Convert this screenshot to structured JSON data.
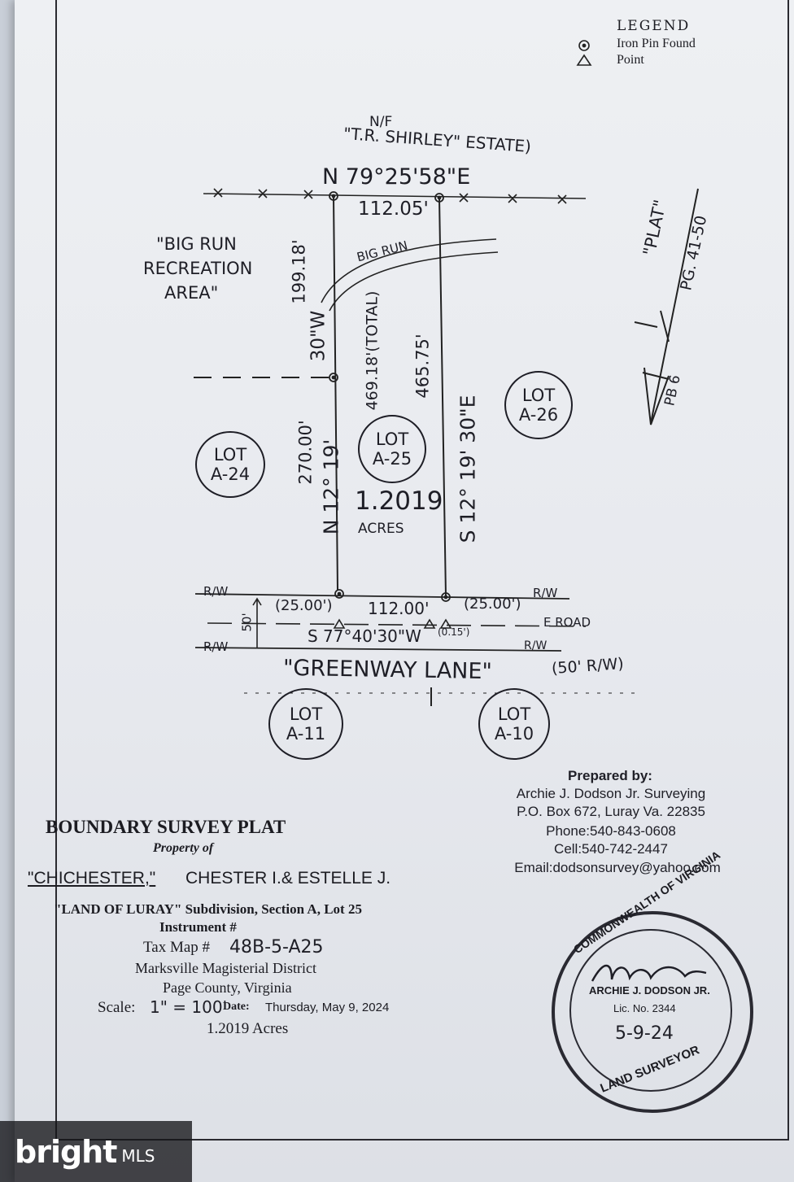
{
  "legend": {
    "title": "LEGEND",
    "items": [
      {
        "symbol": "iron-pin-icon",
        "label": "Iron Pin Found"
      },
      {
        "symbol": "point-icon",
        "label": "Point"
      }
    ]
  },
  "plat": {
    "north_owner_prefix": "N/F",
    "north_owner": "\"T.R. SHIRLEY\" ESTATE)",
    "north_bearing": "N 79°25'58\"E",
    "north_distance": "112.05'",
    "recreation_area": [
      "\"BIG RUN",
      "RECREATION",
      "AREA\""
    ],
    "stream": "BIG RUN",
    "west_upper_distance": "199.18'",
    "west_upper_bearing_fragment": "30\"W",
    "west_total": "469.18'(TOTAL)",
    "west_lower_distance": "270.00'",
    "west_bearing": "N 12° 19'",
    "east_distance": "465.75'",
    "east_bearing": "S 12° 19' 30\"E",
    "area_value": "1.2019",
    "area_unit": "ACRES",
    "south_distance": "112.00'",
    "south_bearing": "S 77°40'30\"W",
    "south_offset": "(0.15')",
    "left_setback": "(25.00')",
    "right_setback": "(25.00')",
    "rw_left_top": "R/W",
    "rw_left_bottom": "R/W",
    "rw_right_top": "R/W",
    "rw_right_road": "R/W",
    "road_edge": "E ROAD",
    "row_width": "50'",
    "road_name": "\"GREENWAY LANE\"",
    "road_row": "(50' R/W)",
    "plat_ref": [
      "\"PLAT\"",
      "PG. 41-50"
    ],
    "pb_ref": "PB 6",
    "lots": [
      {
        "id": "lot-a-24",
        "line1": "LOT",
        "line2": "A-24"
      },
      {
        "id": "lot-a-25",
        "line1": "LOT",
        "line2": "A-25"
      },
      {
        "id": "lot-a-26",
        "line1": "LOT",
        "line2": "A-26"
      },
      {
        "id": "lot-a-11",
        "line1": "LOT",
        "line2": "A-11"
      },
      {
        "id": "lot-a-10",
        "line1": "LOT",
        "line2": "A-10"
      }
    ]
  },
  "preparer": {
    "heading": "Prepared by:",
    "company": "Archie J. Dodson Jr. Surveying",
    "address": "P.O. Box 672, Luray Va. 22835",
    "phone": "Phone:540-843-0608",
    "cell": "Cell:540-742-2447",
    "email": "Email:dodsonsurvey@yahoo.com"
  },
  "title_block": {
    "title": "BOUNDARY SURVEY PLAT",
    "property_of": "Property of",
    "owner_last": "\"CHICHESTER,\"",
    "owner_names": "CHESTER I.& ESTELLE J.",
    "subdivision": "\"LAND OF LURAY\" Subdivision, Section A, Lot 25",
    "instrument": "Instrument #",
    "tax_map_label": "Tax Map #",
    "tax_map_value": "48B-5-A25",
    "district": "Marksville Magisterial District",
    "county": "Page County, Virginia",
    "scale_label": "Scale:",
    "scale_value": "1\" = 100'",
    "date_label": "Date:",
    "date_value": "Thursday, May 9, 2024",
    "acres": "1.2019 Acres"
  },
  "seal": {
    "top_text": "COMMONWEALTH OF VIRGINIA",
    "bottom_text": "LAND SURVEYOR",
    "name": "ARCHIE J. DODSON JR.",
    "license": "Lic. No. 2344",
    "date": "5-9-24"
  },
  "watermark": {
    "brand": "bright",
    "suffix": "MLS"
  }
}
